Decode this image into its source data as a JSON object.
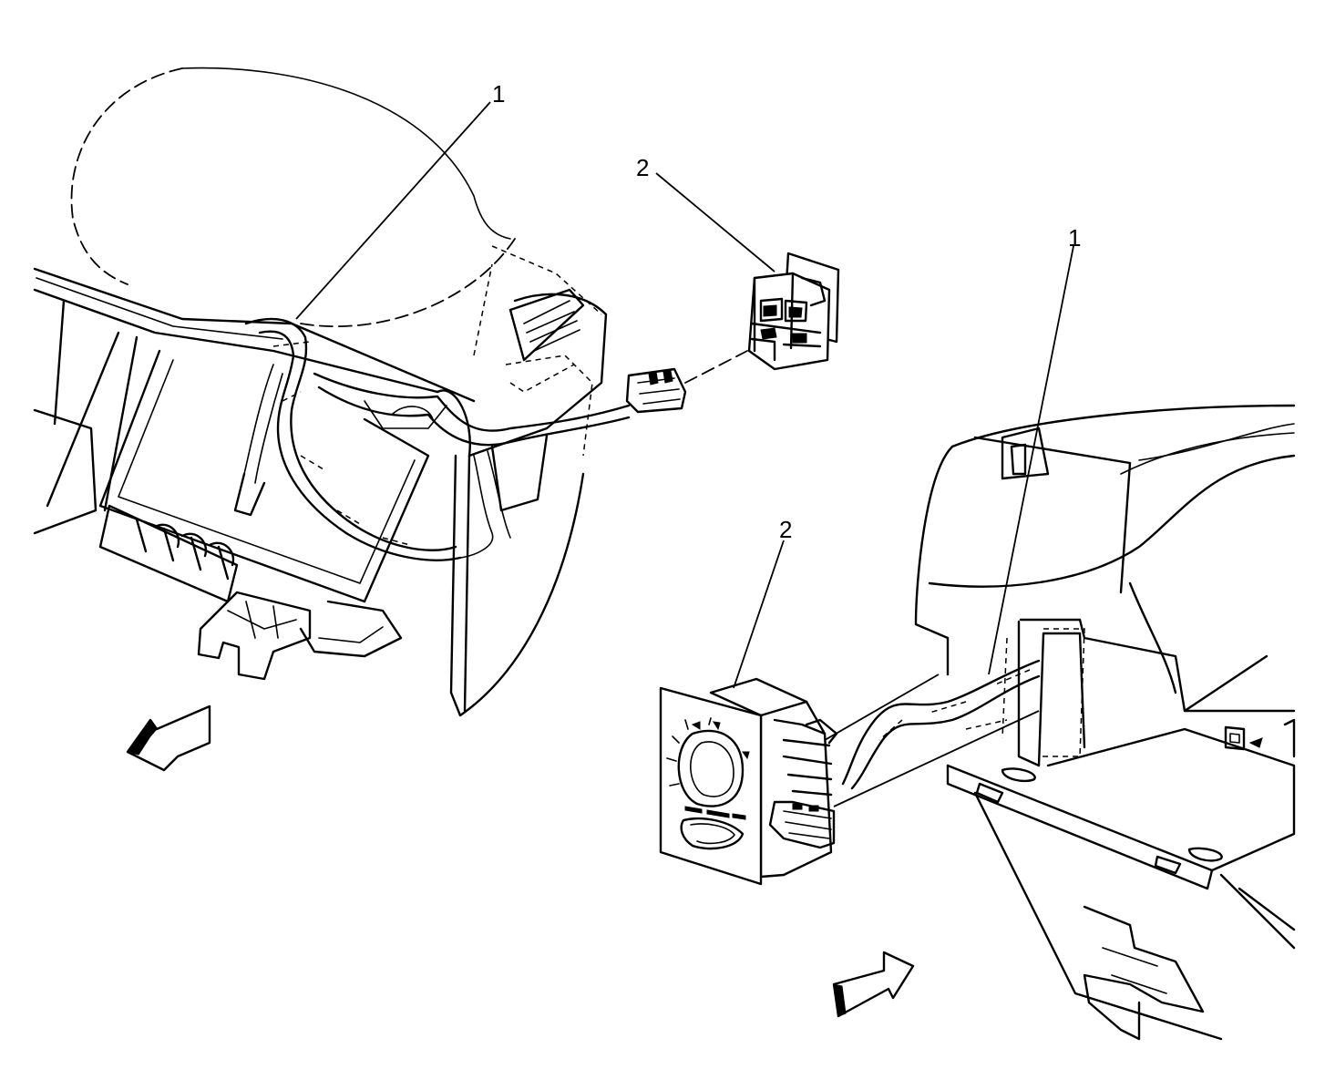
{
  "callouts": {
    "left_harness": "1",
    "left_switch": "2",
    "right_harness": "1",
    "right_switch": "2"
  },
  "colors": {
    "ink": "#000000",
    "paper": "#ffffff"
  }
}
